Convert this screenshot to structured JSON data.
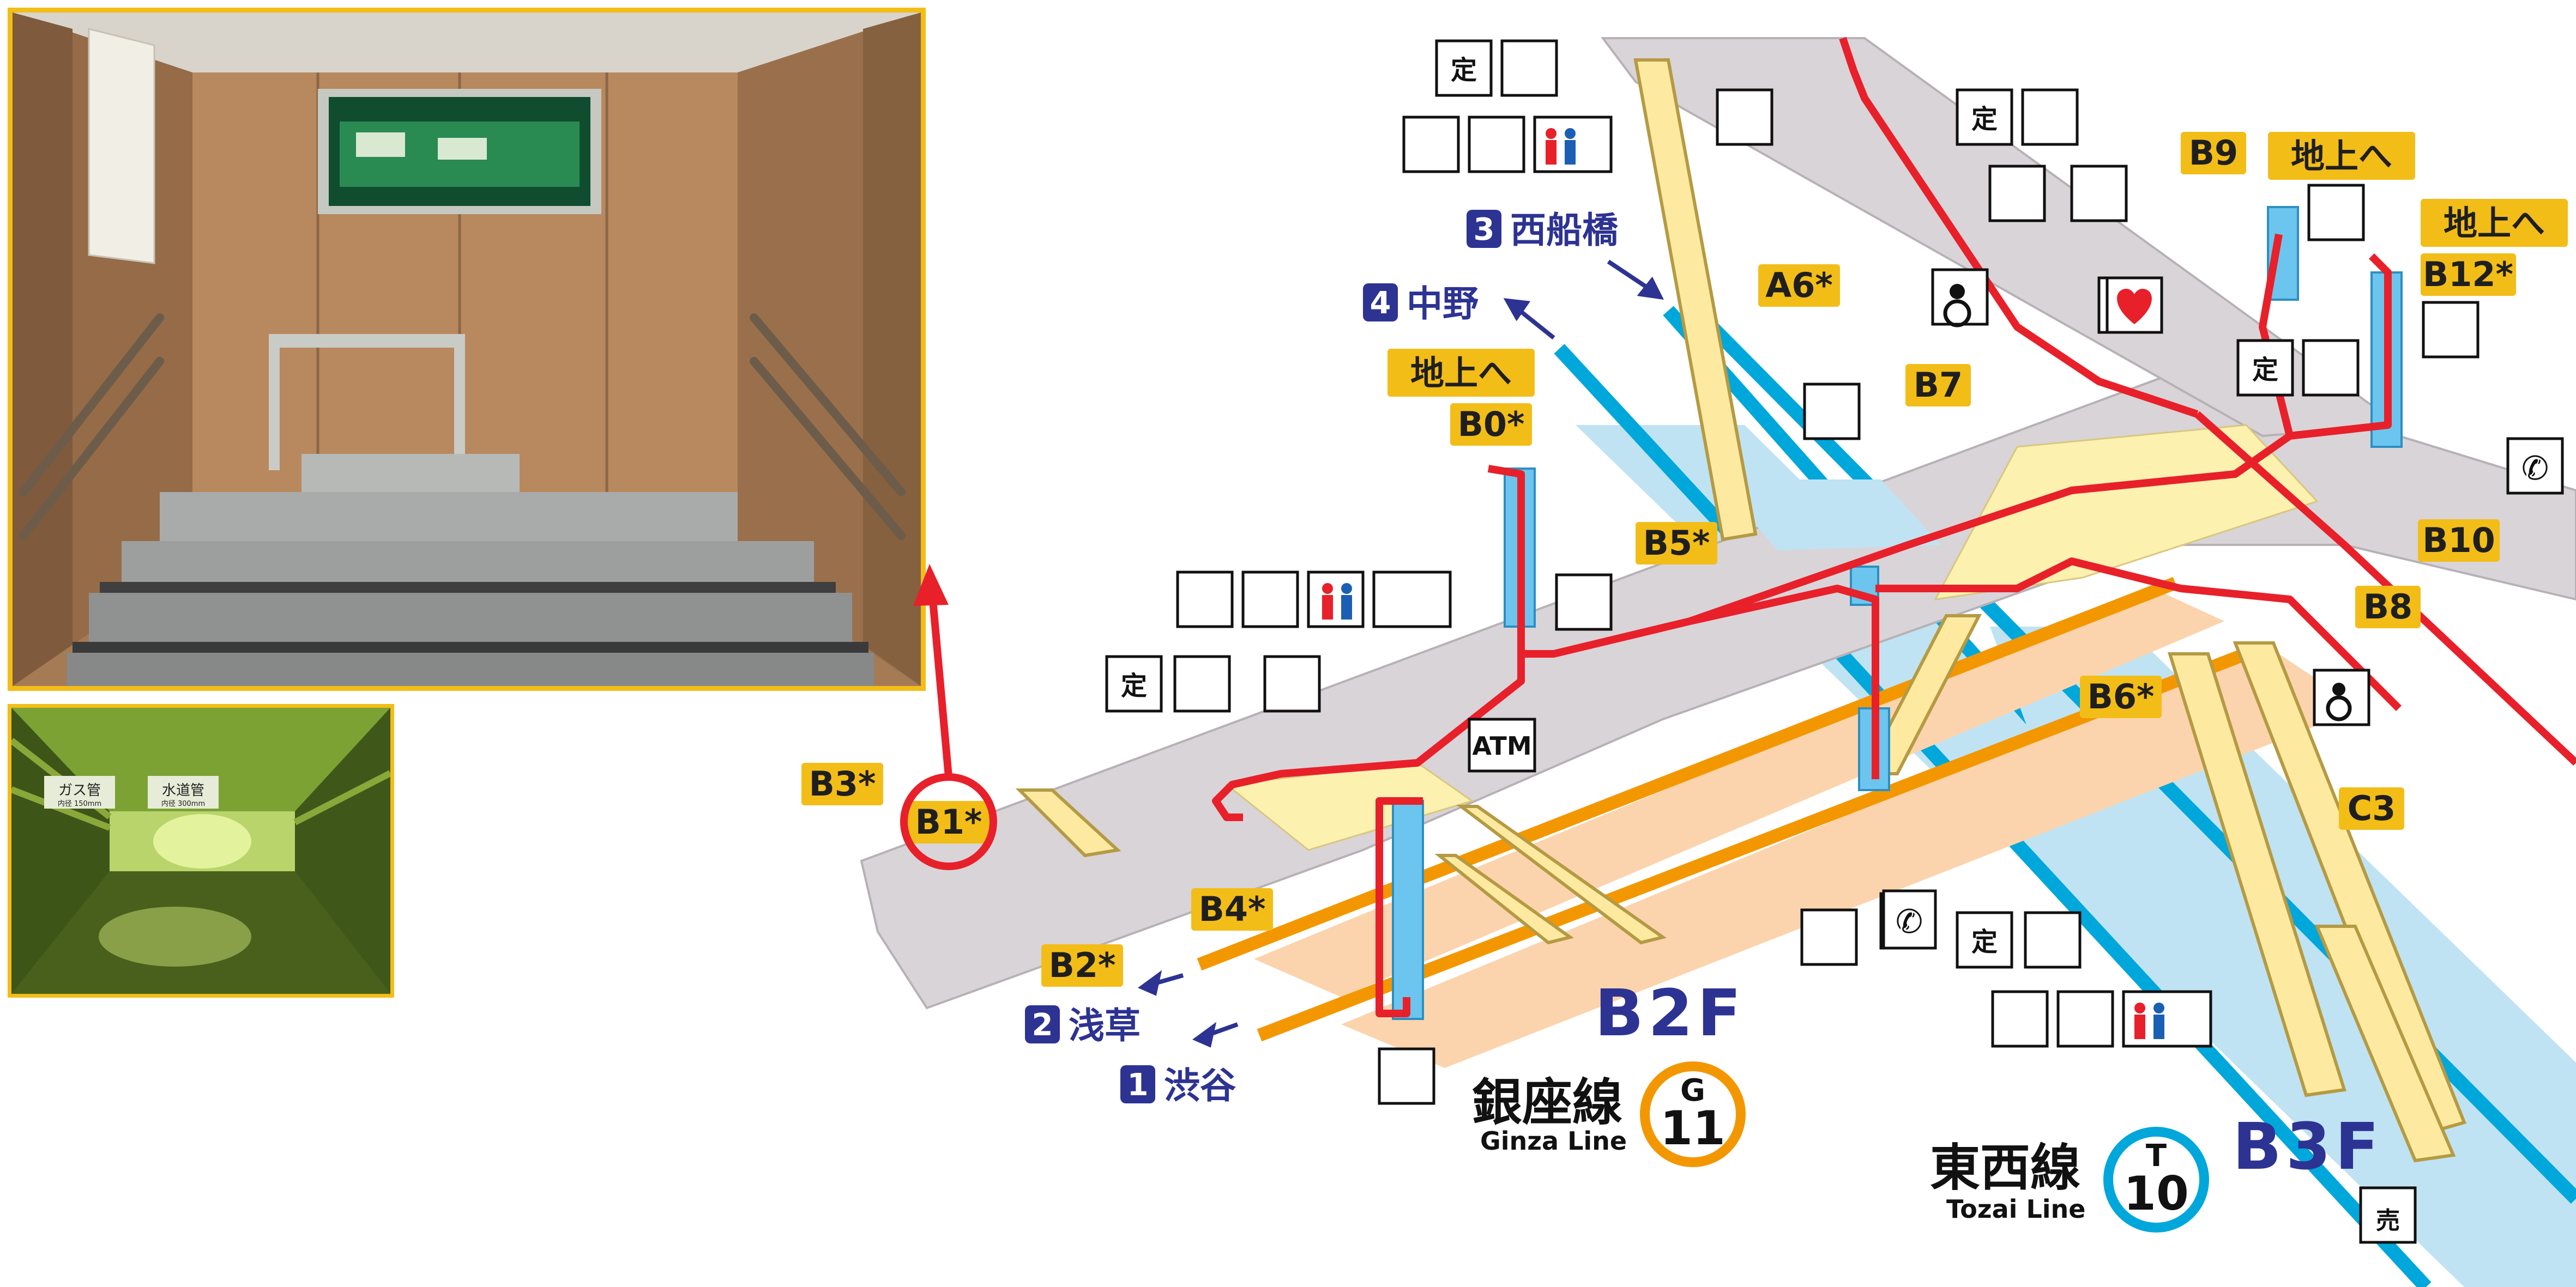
{
  "photos": {
    "main": {
      "description_label": "stairway exit photo"
    },
    "inset": {
      "sign_gas": "ガス管",
      "sign_gas_sub": "内径 150mm",
      "sign_water": "水道管",
      "sign_water_sub": "内径 300mm"
    }
  },
  "exits": {
    "b0": "B0*",
    "b1": "B1*",
    "b2": "B2*",
    "b3": "B3*",
    "b4": "B4*",
    "b5": "B5*",
    "b6": "B6*",
    "b7": "B7",
    "b8": "B8",
    "b9": "B9",
    "b10": "B10",
    "b12": "B12*",
    "a6": "A6*",
    "c3": "C3"
  },
  "to_ground": {
    "left": "地上へ",
    "top_right": "地上へ",
    "far_right": "地上へ"
  },
  "directions": [
    {
      "num": "1",
      "name": "渋谷"
    },
    {
      "num": "2",
      "name": "浅草"
    },
    {
      "num": "3",
      "name": "西船橋"
    },
    {
      "num": "4",
      "name": "中野"
    }
  ],
  "floors": {
    "upper": "B2F",
    "lower": "B3F"
  },
  "lines": {
    "ginza": {
      "name_ja": "銀座線",
      "name_en": "Ginza Line",
      "letter": "G",
      "number": "11",
      "color": "#f39700"
    },
    "tozai": {
      "name_ja": "東西線",
      "name_en": "Tozai Line",
      "letter": "T",
      "number": "10",
      "color": "#00a7db"
    }
  },
  "icons": {
    "atm": "ATM",
    "ticket": "定",
    "shop": "売"
  },
  "colors": {
    "route_red": "#e8202a",
    "exit_label_bg": "#f3bd18",
    "concourse_gray": "#d9d4d8",
    "platform_blue": "#bfe3f3",
    "platform_orange": "#fbd4ad",
    "hall_yellow": "#fdf1b0",
    "elevator_blue": "#6cc5ee"
  }
}
